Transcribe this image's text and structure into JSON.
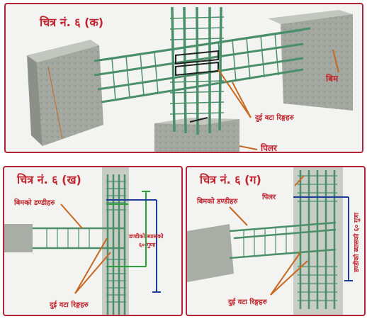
{
  "panel_a": {
    "title": "चित्र नं. ६ (क)",
    "label_beam": "बिम",
    "label_two_rings": "दुई वटा रिङ्गहरु",
    "label_pillar": "पिलर"
  },
  "panel_b": {
    "title": "चित्र नं. ६ (ख)",
    "label_beam_rods": "बिमको डण्डीहरु",
    "label_diameter": "डण्डीको ब्यासको",
    "label_times": "६० गुणा",
    "label_two_rings": "दुई वटा रिङ्गहरु"
  },
  "panel_c": {
    "title": "चित्र नं. ६ (ग)",
    "label_beam_rods": "बिमको डण्डीहरु",
    "label_pillar": "पिलर",
    "label_vertical": "डण्डीको ब्यासको ६० गुणा",
    "label_two_rings": "दुई वटा रिङ्गहरु"
  },
  "colors": {
    "border": "#b3243a",
    "text": "#c0252e",
    "rebar": "#4a8f6a",
    "concrete": "#9ea39b",
    "arrow": "#c8681e",
    "dim_green": "#2f9e3a",
    "dim_blue": "#1c3f9c"
  }
}
